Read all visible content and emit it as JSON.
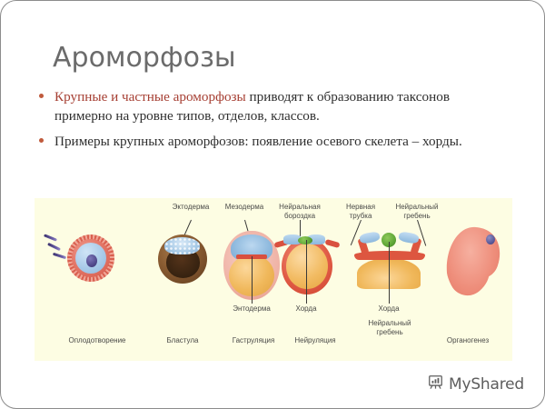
{
  "slide": {
    "title": "Ароморфозы",
    "bullets": [
      {
        "highlight": "Крупные и частные ароморфозы",
        "rest": " приводят к образованию таксонов примерно на уровне типов, отделов, классов."
      },
      {
        "highlight": "",
        "rest": "Примеры крупных ароморфозов: появление осевого скелета – хорды."
      }
    ]
  },
  "figure": {
    "background_color": "#fdfde3",
    "top_labels": [
      {
        "text": "Эктодерма"
      },
      {
        "text": "Мезодерма"
      },
      {
        "text": "Нейральная\nбороздка"
      },
      {
        "text": "Нервная\nтрубка"
      },
      {
        "text": "Нейральный\nгребень"
      }
    ],
    "mid_labels": [
      {
        "text": "Энтодерма"
      },
      {
        "text": "Хорда"
      },
      {
        "text": "Хорда"
      },
      {
        "text": "Нейральный\nгребень"
      }
    ],
    "stage_labels": [
      {
        "text": "Оплодотворение"
      },
      {
        "text": "Бластула"
      },
      {
        "text": "Гаструляция"
      },
      {
        "text": "Нейруляция"
      },
      {
        "text": "Органогенез"
      }
    ]
  },
  "watermark": {
    "text": "MyShared",
    "icon": "presentation-chart-icon"
  },
  "colors": {
    "title_gray": "#6b6b6b",
    "body_text": "#2f2f2f",
    "highlight_red": "#a63f33",
    "bullet_marker": "#c05a3c",
    "panel_cream": "#fdfde3",
    "label_gray": "#4a4a48"
  }
}
